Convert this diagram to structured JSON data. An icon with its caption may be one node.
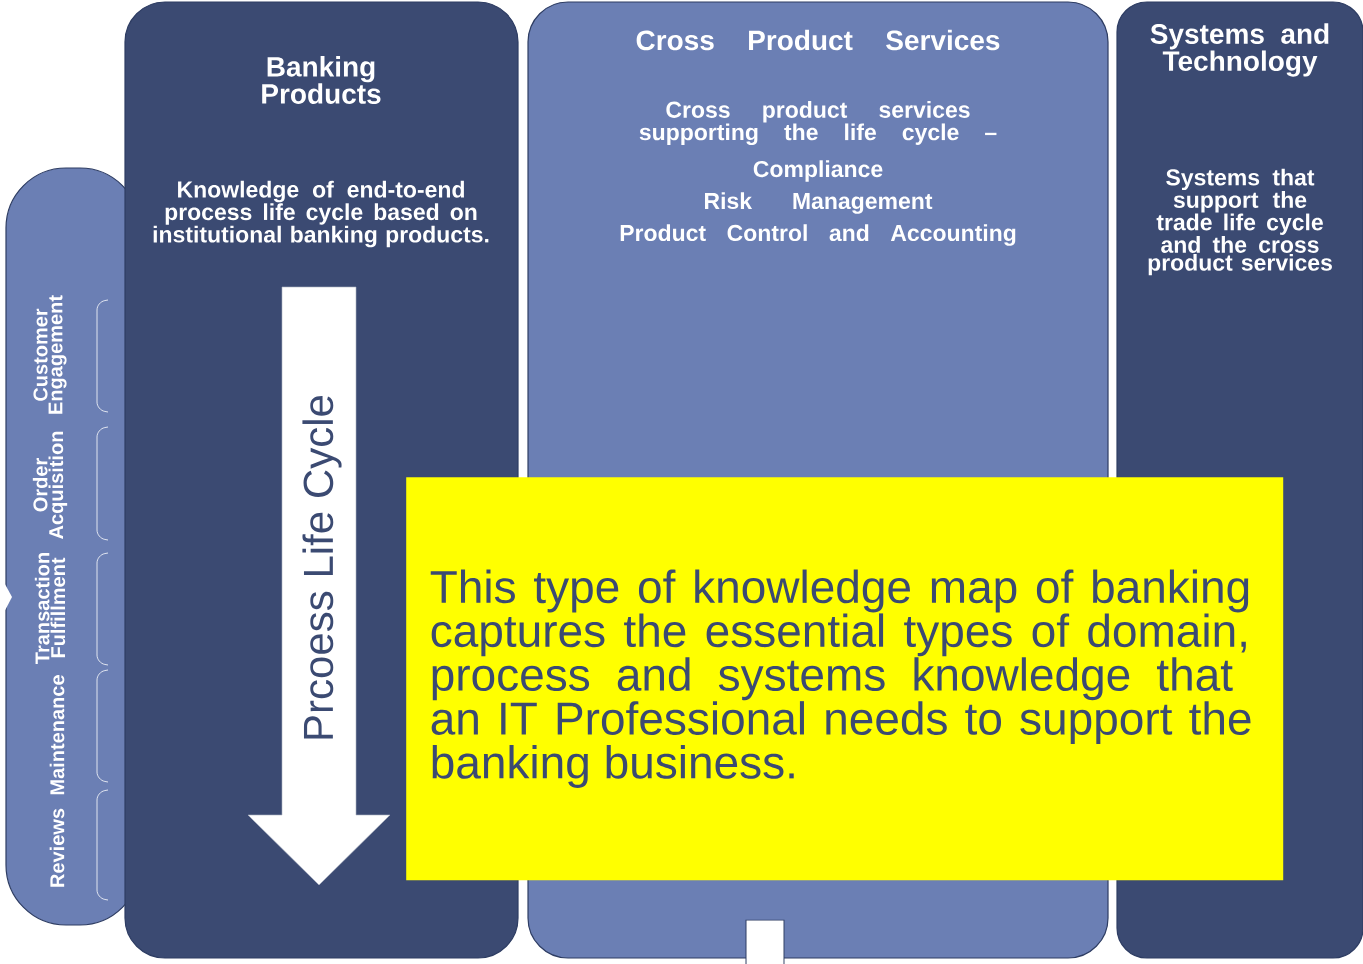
{
  "diagram": {
    "nodes": [
      {
        "text": [
          "Customer Engagement",
          "Order Acquisition",
          "Transaction Fulfillment",
          "Maintenance",
          "Reviews"
        ]
      },
      {
        "text": [
          "Banking Products",
          "Knowledge of end-to-end process life cycle based on institutional banking products."
        ]
      },
      {
        "text": [
          "Prcoess Life Cycle"
        ],
        "in": 1
      },
      {
        "text": [
          "Cross Product Services",
          "Cross product services supporting the life cycle –",
          "Compliance",
          "Risk Management",
          "Product Control and Accounting"
        ]
      },
      {
        "text": [
          "Systems and Technology",
          "Systems that support the trade life cycle and the cross product services"
        ]
      },
      {
        "text": [
          "This type of knowledge map of banking captures the essential types of domain, process and systems  knowledge that an IT Professional needs to support the banking business."
        ]
      }
    ]
  }
}
